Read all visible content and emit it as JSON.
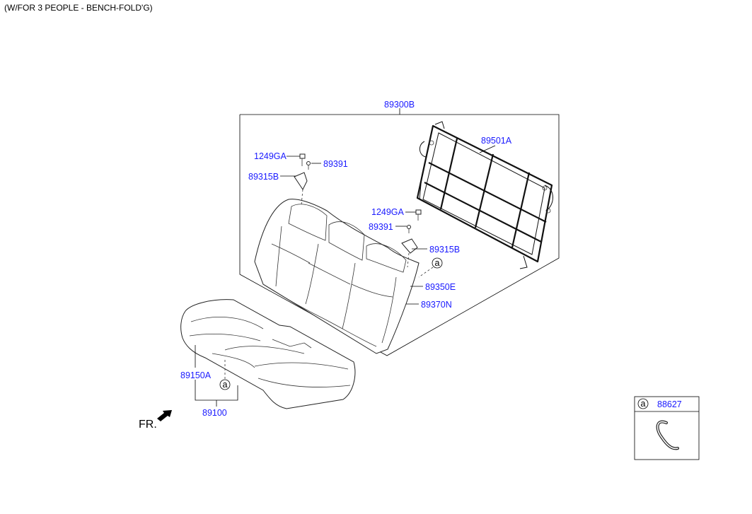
{
  "header": {
    "title": "(W/FOR 3 PEOPLE - BENCH-FOLD'G)"
  },
  "callouts": {
    "assy": "89300B",
    "frame": "89501A",
    "bolt_left": "1249GA",
    "pin_left": "89391",
    "hinge_left": "89315B",
    "bolt_right": "1249GA",
    "pin_right": "89391",
    "hinge_right": "89315B",
    "back_cover": "89350E",
    "back_pad": "89370N",
    "cushion_cover": "89150A",
    "cushion_assy": "89100"
  },
  "circle_ref": "a",
  "front_indicator": "FR.",
  "inset": {
    "ref": "a",
    "part": "88627"
  },
  "colors": {
    "callout": "#1a1aff",
    "line": "#000000"
  }
}
